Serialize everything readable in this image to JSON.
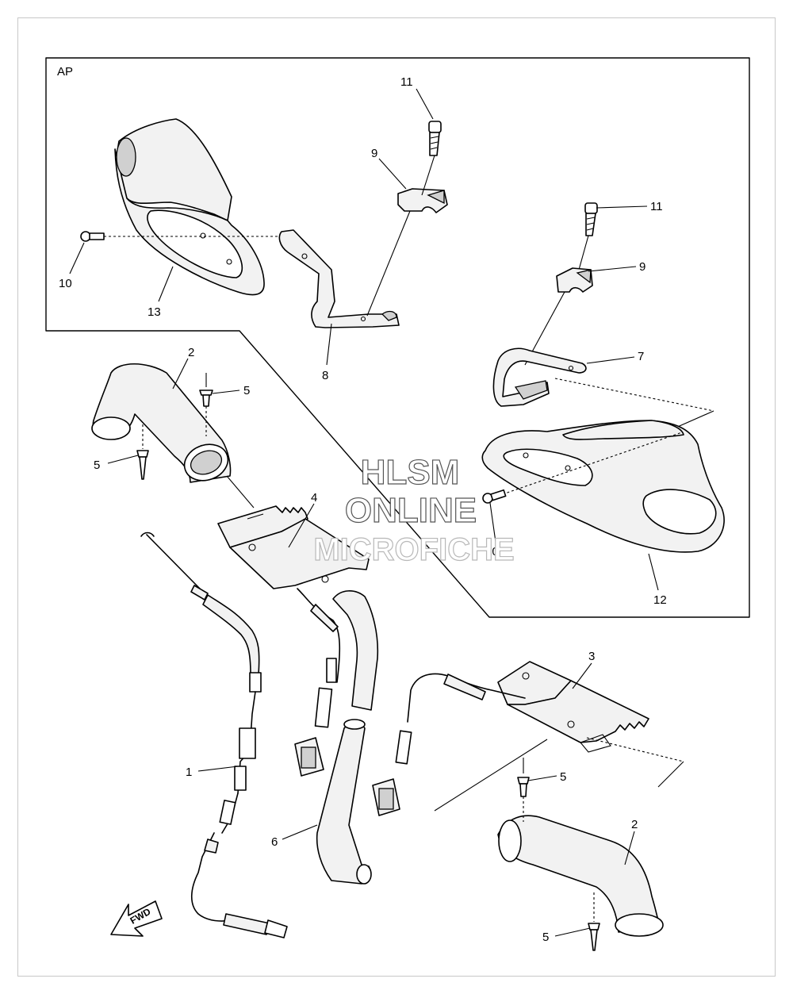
{
  "diagram": {
    "inset_label": "AP",
    "fwd_label": "FWD",
    "watermark": {
      "line1": "HLSM",
      "line2": "ONLINE",
      "line3": "MICROFICHE"
    },
    "callouts": {
      "c11a": "11",
      "c9a": "9",
      "c11b": "11",
      "c9b": "9",
      "c10a": "10",
      "c13": "13",
      "c8": "8",
      "c7": "7",
      "c2a": "2",
      "c5a": "5",
      "c5b": "5",
      "c4": "4",
      "c10b": "10",
      "c12": "12",
      "c3": "3",
      "c1": "1",
      "c5c": "5",
      "c2b": "2",
      "c6": "6",
      "c5d": "5"
    }
  }
}
